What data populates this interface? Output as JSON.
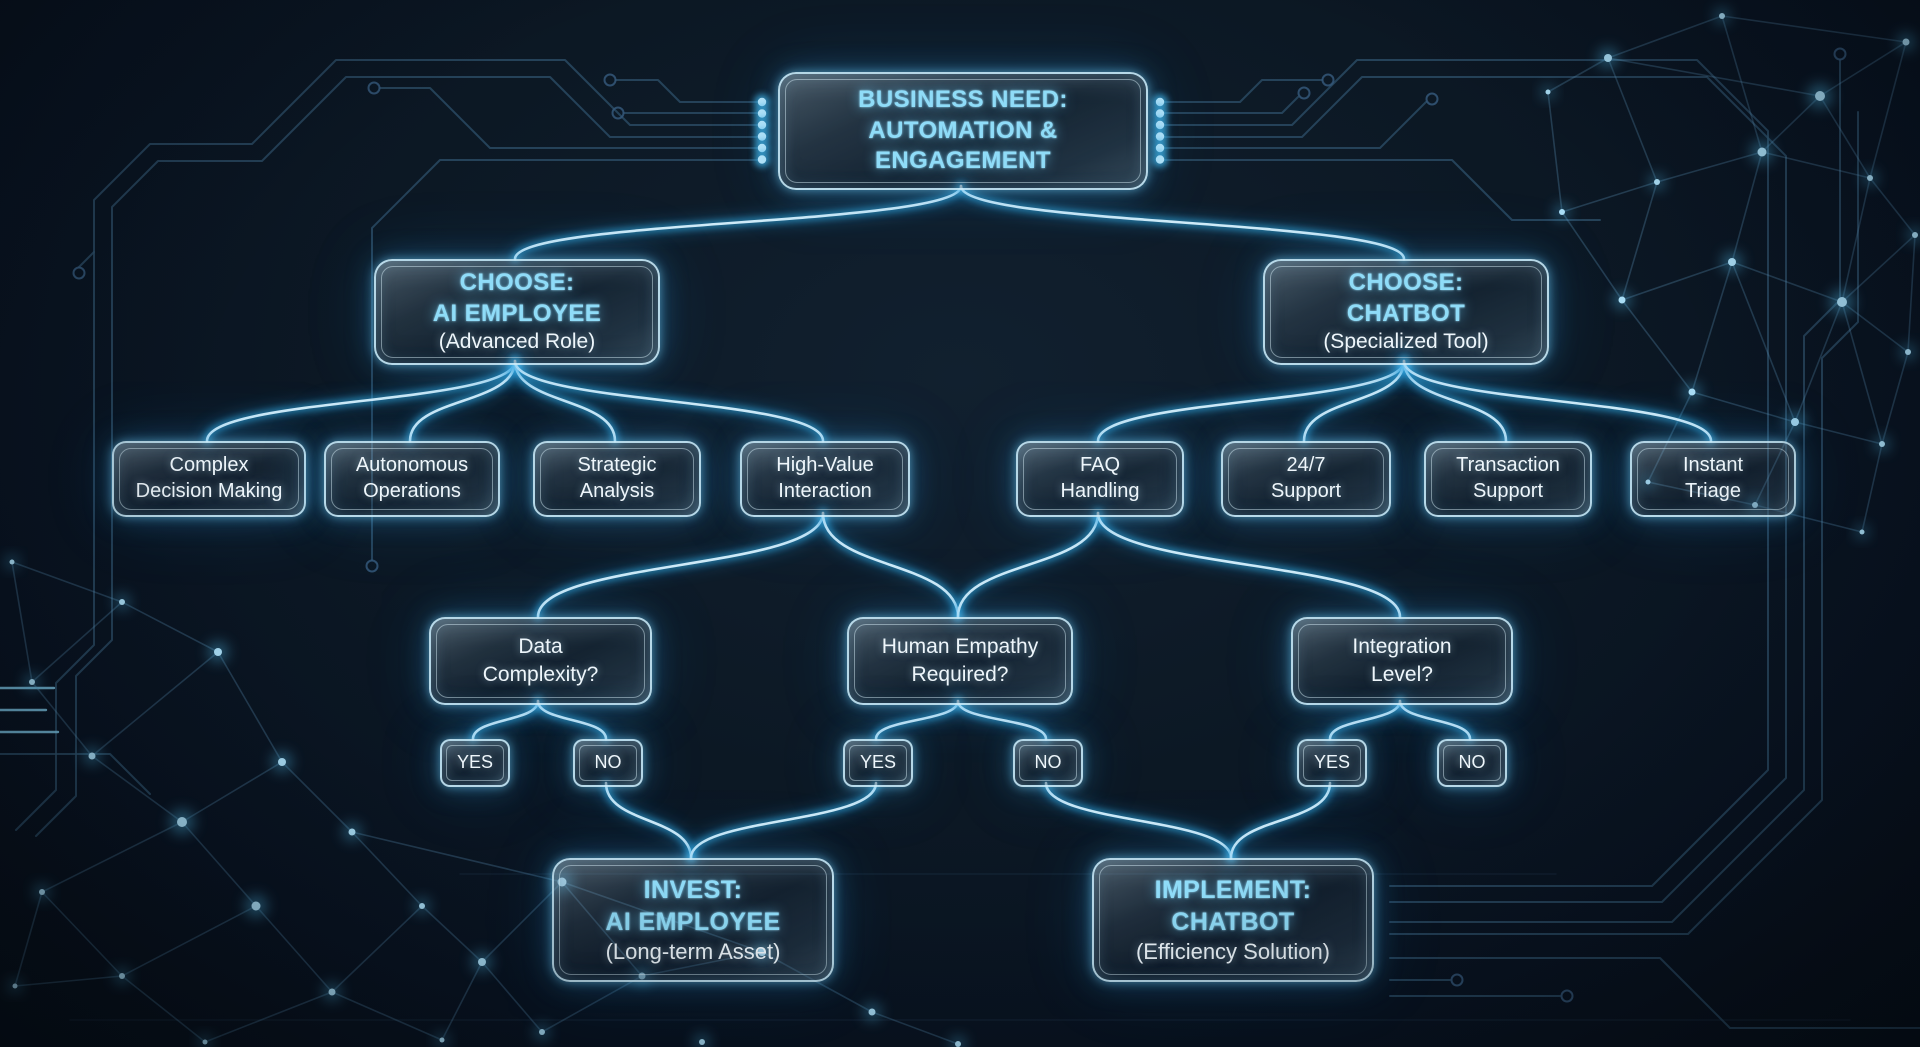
{
  "palette": {
    "background": "#0b1723",
    "node_border": "#cdeefc",
    "accent_text": "#8fdcf8",
    "body_text": "#eef6fb",
    "wire_glow": "#5bc4f0",
    "circuit_trace": "#2d4e68"
  },
  "labels": {
    "yes": "YES",
    "no": "NO"
  },
  "nodes": {
    "business_need": {
      "line1": "BUSINESS NEED:",
      "line2": "AUTOMATION &",
      "line3": "ENGAGEMENT"
    },
    "choose_ai_employee": {
      "line1": "CHOOSE:",
      "line2": "AI EMPLOYEE",
      "line3": "(Advanced Role)"
    },
    "choose_chatbot": {
      "line1": "CHOOSE:",
      "line2": "CHATBOT",
      "line3": "(Specialized Tool)"
    },
    "complex_decision_making": {
      "line1": "Complex",
      "line2": "Decision Making"
    },
    "autonomous_operations": {
      "line1": "Autonomous",
      "line2": "Operations"
    },
    "strategic_analysis": {
      "line1": "Strategic",
      "line2": "Analysis"
    },
    "high_value_interaction": {
      "line1": "High-Value",
      "line2": "Interaction"
    },
    "faq_handling": {
      "line1": "FAQ",
      "line2": "Handling"
    },
    "support_24_7": {
      "line1": "24/7",
      "line2": "Support"
    },
    "transaction_support": {
      "line1": "Transaction",
      "line2": "Support"
    },
    "instant_triage": {
      "line1": "Instant",
      "line2": "Triage"
    },
    "data_complexity": {
      "line1": "Data",
      "line2": "Complexity?"
    },
    "human_empathy_required": {
      "line1": "Human Empathy",
      "line2": "Required?"
    },
    "integration_level": {
      "line1": "Integration",
      "line2": "Level?"
    },
    "invest_ai_employee": {
      "line1": "INVEST:",
      "line2": "AI EMPLOYEE",
      "line3": "(Long-term Asset)"
    },
    "implement_chatbot": {
      "line1": "IMPLEMENT:",
      "line2": "CHATBOT",
      "line3": "(Efficiency Solution)"
    }
  }
}
